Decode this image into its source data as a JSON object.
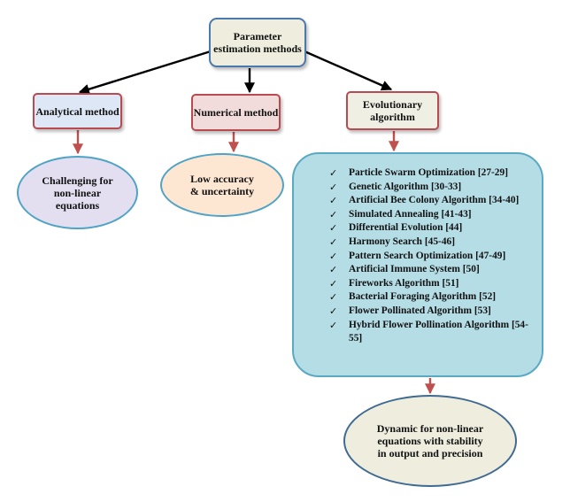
{
  "root": {
    "label": "Parameter estimation methods"
  },
  "methods": [
    {
      "label": "Analytical method",
      "outcome": "Challenging for non-linear equations"
    },
    {
      "label": "Numerical method",
      "outcome": "Low accuracy & uncertainty"
    },
    {
      "label": "Evolutionary algorithm",
      "outcome": "Dynamic for non-linear equations with stability in output and precision"
    }
  ],
  "algorithms": [
    "Particle Swarm Optimization  [27-29]",
    "Genetic Algorithm [30-33]",
    "Artificial Bee Colony Algorithm [34-40]",
    "Simulated Annealing [41-43]",
    "Differential Evolution [44]",
    "Harmony Search [45-46]",
    "Pattern Search Optimization  [47-49]",
    "Artificial Immune System [50]",
    "Fireworks Algorithm [51]",
    "Bacterial Foraging Algorithm [52]",
    "Flower Pollinated Algorithm [53]",
    "Hybrid Flower Pollination Algorithm [54-55]"
  ],
  "check_icon": "check-mark-icon",
  "colors": {
    "root_fill": "#efedde",
    "root_border": "#4b78ad",
    "method_border": "#b94a52",
    "arrow_black": "#000000",
    "arrow_red": "#c0504d",
    "list_fill": "#b5dde6",
    "ellipse_border": "#4ea3c6"
  }
}
